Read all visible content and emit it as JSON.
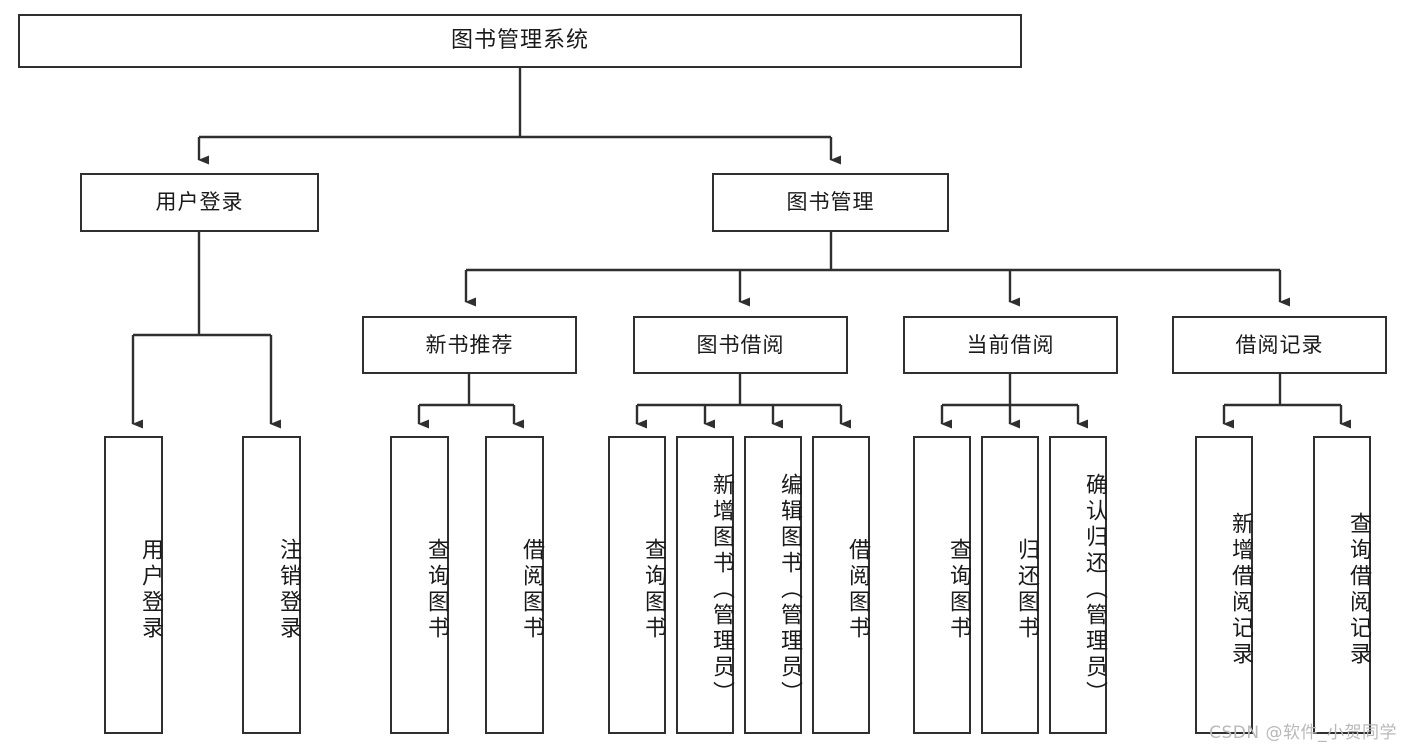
{
  "diagram": {
    "type": "tree",
    "title": "图书管理系统",
    "watermark": "CSDN @软件_小贺同学",
    "colors": {
      "border": "#2f2f2f",
      "fill": "#ffffff",
      "text": "#1a1a1a",
      "connector": "#2f2f2f",
      "watermark": "#b9b9b9"
    },
    "nodes": {
      "root": {
        "label": "图书管理系统"
      },
      "level1": [
        {
          "label": "用户登录"
        },
        {
          "label": "图书管理"
        }
      ],
      "level2": [
        {
          "label": "新书推荐"
        },
        {
          "label": "图书借阅"
        },
        {
          "label": "当前借阅"
        },
        {
          "label": "借阅记录"
        }
      ],
      "leaves": {
        "user_login": [
          {
            "label": "用户登录"
          },
          {
            "label": "注销登录"
          }
        ],
        "new_book_recommend": [
          {
            "label": "查询图书"
          },
          {
            "label": "借阅图书"
          }
        ],
        "book_borrow": [
          {
            "label": "查询图书"
          },
          {
            "label": "新增图书（管理员）"
          },
          {
            "label": "编辑图书（管理员）"
          },
          {
            "label": "借阅图书"
          }
        ],
        "current_borrow": [
          {
            "label": "查询图书"
          },
          {
            "label": "归还图书"
          },
          {
            "label": "确认归还（管理员）"
          }
        ],
        "borrow_record": [
          {
            "label": "新增借阅记录"
          },
          {
            "label": "查询借阅记录"
          }
        ]
      }
    }
  }
}
